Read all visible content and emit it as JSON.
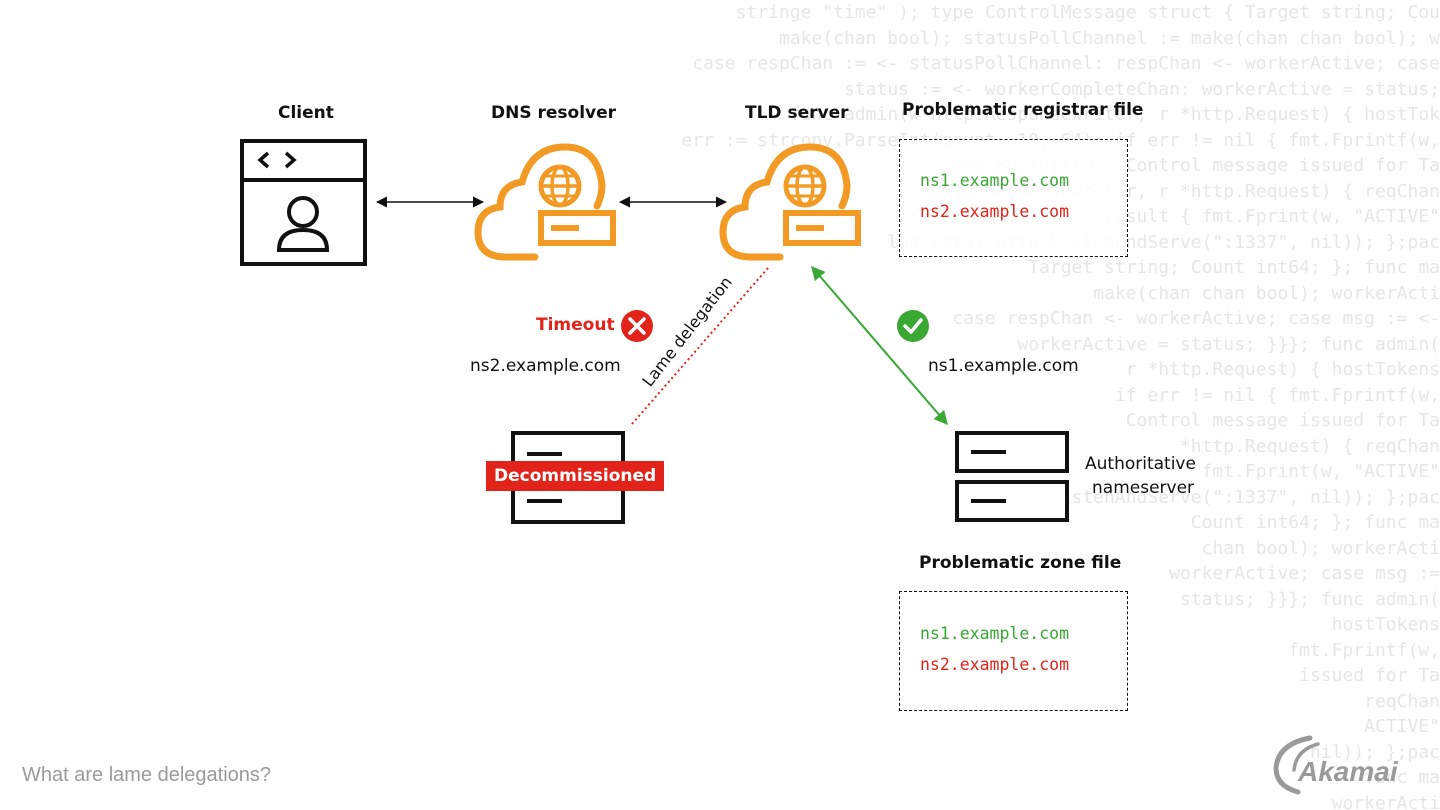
{
  "background_code": [
    "stringe \"time\" ); type ControlMessage struct { Target string; Cou",
    "make(chan bool); statusPollChannel := make(chan chan bool); w",
    "case respChan := <- statusPollChannel: respChan <- workerActive; case",
    "status := <- workerCompleteChan: workerActive = status;",
    "func admin(w http.ResponseWriter, r *http.Request) { hostTok",
    "err := strconv.ParseInt(count, 10, 64); if err != nil { fmt.Fprintf(w,",
    "fmt.Fprintf(w, \"Control message issued for Ta",
    "http.ResponseWriter, r *http.Request) { reqChan",
    "result { fmt.Fprint(w, \"ACTIVE\"",
    "log.Fatal(http.ListenAndServe(\":1337\", nil)); };pac",
    "Target string; Count int64; }; func ma",
    "make(chan chan bool); workerActi",
    "case respChan <- workerActive; case msg := <-",
    "workerActive = status; }}}; func admin(",
    "r *http.Request) { hostTokens",
    "if err != nil { fmt.Fprintf(w,",
    "Control message issued for Ta",
    "*http.Request) { reqChan",
    "fmt.Fprint(w, \"ACTIVE\"",
    "ListenAndServe(\":1337\", nil)); };pac",
    "Count int64; }; func ma",
    "chan bool); workerActi",
    "workerActive; case msg :=",
    "status; }}}; func admin(",
    "hostTokens",
    "fmt.Fprintf(w,",
    "issued for Ta",
    "reqChan",
    "ACTIVE\"",
    "nil)); };pac",
    "func ma",
    "workerActi"
  ],
  "nodes": {
    "client": {
      "label": "Client",
      "icon": "browser-user-icon"
    },
    "resolver": {
      "label": "DNS resolver",
      "icon": "cloud-globe-server-icon"
    },
    "tld": {
      "label": "TLD server",
      "icon": "cloud-globe-server-icon"
    },
    "decommissioned": {
      "badge": "Decommissioned",
      "icon": "server-icon"
    },
    "authoritative": {
      "label_line1": "Authoritative",
      "label_line2": "nameserver",
      "icon": "server-icon"
    }
  },
  "registrar_file": {
    "title": "Problematic registrar file",
    "entries": [
      {
        "text": "ns1.example.com",
        "status": "valid"
      },
      {
        "text": "ns2.example.com",
        "status": "invalid"
      }
    ]
  },
  "zone_file": {
    "title": "Problematic zone file",
    "entries": [
      {
        "text": "ns1.example.com",
        "status": "valid"
      },
      {
        "text": "ns2.example.com",
        "status": "invalid"
      }
    ]
  },
  "edges": {
    "lame": {
      "label": "Lame delegation",
      "status_label": "Timeout",
      "status_icon": "error-x-icon",
      "target": "ns2.example.com"
    },
    "valid": {
      "status_icon": "check-circle-icon",
      "target": "ns1.example.com"
    }
  },
  "caption": "What are lame delegations?",
  "brand": {
    "name": "Akamai"
  },
  "colors": {
    "accent_orange": "#f39a24",
    "error_red": "#e2231a",
    "success_green": "#3aa832",
    "text_dark": "#111111",
    "caption_gray": "#9a9a9a"
  }
}
